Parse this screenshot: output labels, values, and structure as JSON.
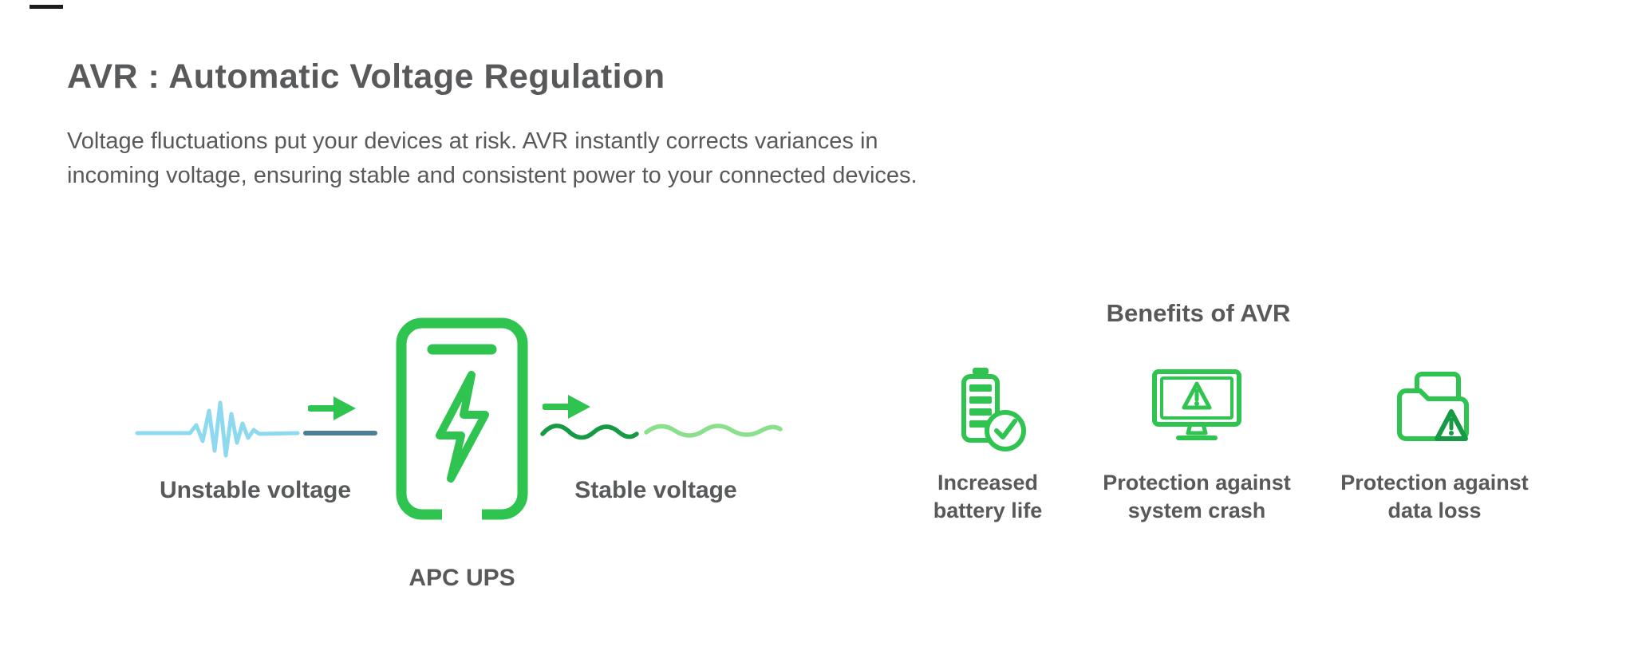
{
  "header": {
    "title": "AVR : Automatic Voltage Regulation",
    "subtitle": "Voltage fluctuations put your devices at risk. AVR instantly corrects variances in\nincoming voltage, ensuring stable and consistent power to your connected devices."
  },
  "diagram": {
    "unstable_label": "Unstable voltage",
    "ups_label": "APC UPS",
    "stable_label": "Stable voltage",
    "icons": {
      "unstable_wave": "unstable-voltage-wave-icon",
      "flow_arrow_left": "flow-arrow-left-icon",
      "ups_device": "ups-lightning-icon",
      "flow_arrow_right": "flow-arrow-right-icon",
      "stable_wave": "stable-voltage-wave-icon"
    }
  },
  "benefits": {
    "heading": "Benefits of AVR",
    "items": [
      {
        "icon": "battery-check-icon",
        "label": "Increased\nbattery life"
      },
      {
        "icon": "monitor-warning-icon",
        "label": "Protection against\nsystem crash"
      },
      {
        "icon": "folder-warning-icon",
        "label": "Protection against\ndata loss"
      }
    ]
  },
  "colors": {
    "green": "#2fc350",
    "dark_green": "#169a44",
    "light_green": "#8ae08d",
    "light_blue": "#8dd9f0",
    "slate_blue": "#4e7d96",
    "text": "#58595b"
  }
}
